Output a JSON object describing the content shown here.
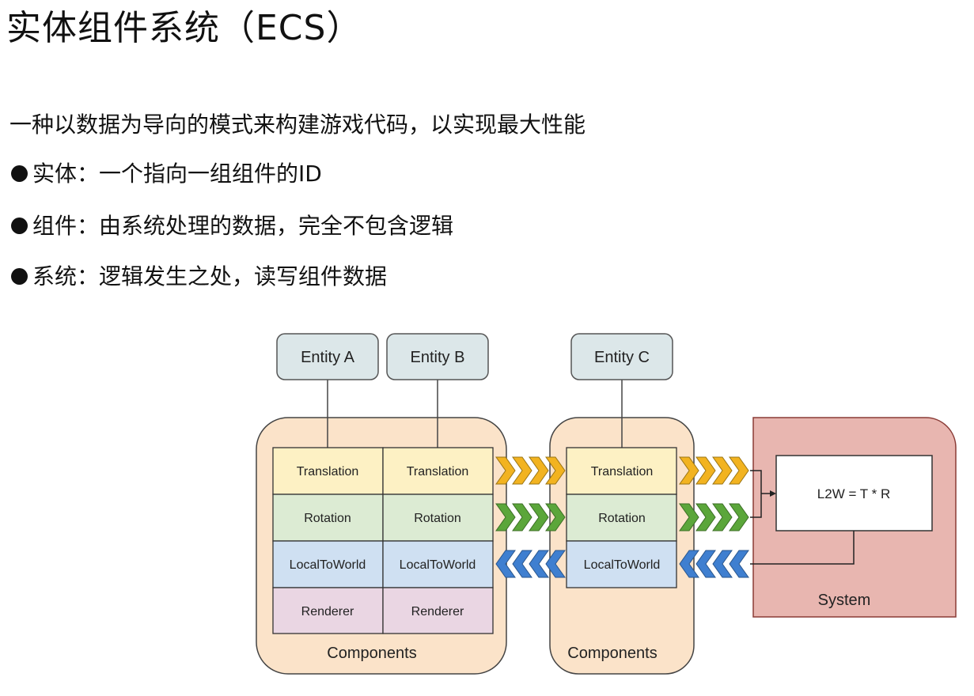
{
  "slide": {
    "title": "实体组件系统（ECS）",
    "intro": "一种以数据为导向的模式来构建游戏代码，以实现最大性能",
    "bullets": [
      "实体：一个指向一组组件的ID",
      "组件：由系统处理的数据，完全不包含逻辑",
      "系统：逻辑发生之处，读写组件数据"
    ]
  },
  "diagram": {
    "entities": [
      "Entity A",
      "Entity B",
      "Entity C"
    ],
    "components": [
      "Translation",
      "Rotation",
      "LocalToWorld",
      "Renderer"
    ],
    "group_label": "Components",
    "system_label": "System",
    "formula": "L2W = T * R",
    "colors": {
      "entity_fill": "#dce7e9",
      "group_fill": "#fbe3c9",
      "translation": "#fdf1c4",
      "rotation": "#dcebd3",
      "localtoworld": "#cfe0f2",
      "renderer": "#ead6e3",
      "system_fill": "#e8b6b0",
      "arrow_yellow": "#f2b320",
      "arrow_green": "#5ba63a",
      "arrow_blue": "#3f7fd0"
    }
  }
}
